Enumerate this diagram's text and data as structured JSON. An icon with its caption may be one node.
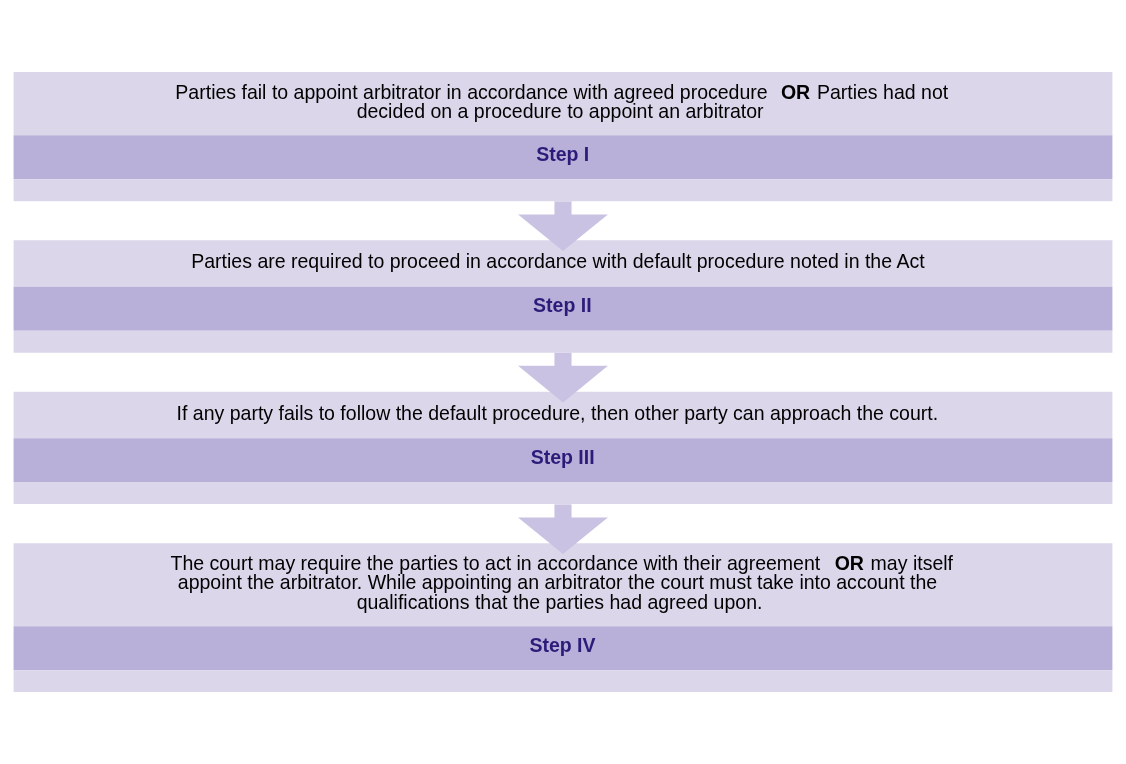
{
  "diagram": {
    "nodes": [
      {
        "text": [
          "Parties fail to appoint arbitrator in accordance with agreed procedure **OR** Parties had not decided on a procedure to appoint an arbitrator",
          "Step I"
        ]
      },
      {
        "text": [
          "Parties are required to proceed in accordance with default procedure noted in the Act",
          "Step II"
        ]
      },
      {
        "text": [
          "If any party fails to follow the default procedure, then other party can approach the court.",
          "Step III"
        ]
      },
      {
        "text": [
          "The court may require the parties to act in accordance with their agreement **OR** may itself appoint the arbitrator. While appointing an arbitrator the court must take into account the qualifications that the parties had agreed upon.",
          "Step IV"
        ]
      }
    ],
    "edges": [
      {
        "from": 0,
        "to": 1,
        "arrow": "to"
      },
      {
        "from": 1,
        "to": 2,
        "arrow": "to"
      },
      {
        "from": 2,
        "to": 3,
        "arrow": "to"
      }
    ]
  }
}
